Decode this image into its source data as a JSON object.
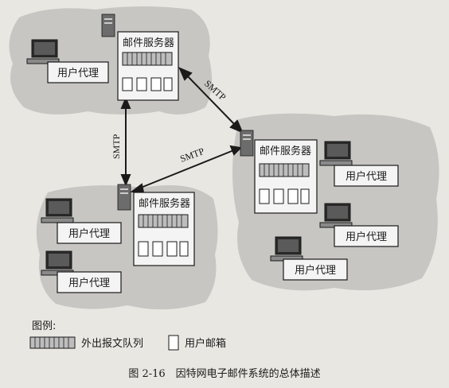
{
  "mail_server_label": "邮件服务器",
  "user_agent_label": "用户代理",
  "protocol_label": "SMTP",
  "legend": {
    "title": "图例:",
    "queue_label": "外出报文队列",
    "mailbox_label": "用户邮箱"
  },
  "caption": "图 2-16　因特网电子邮件系统的总体描述",
  "colors": {
    "cloud": "#c7c6c2",
    "box_fill": "#f4f4f4",
    "stroke": "#1a1a1a",
    "server_tower": "#6c6c6c"
  }
}
